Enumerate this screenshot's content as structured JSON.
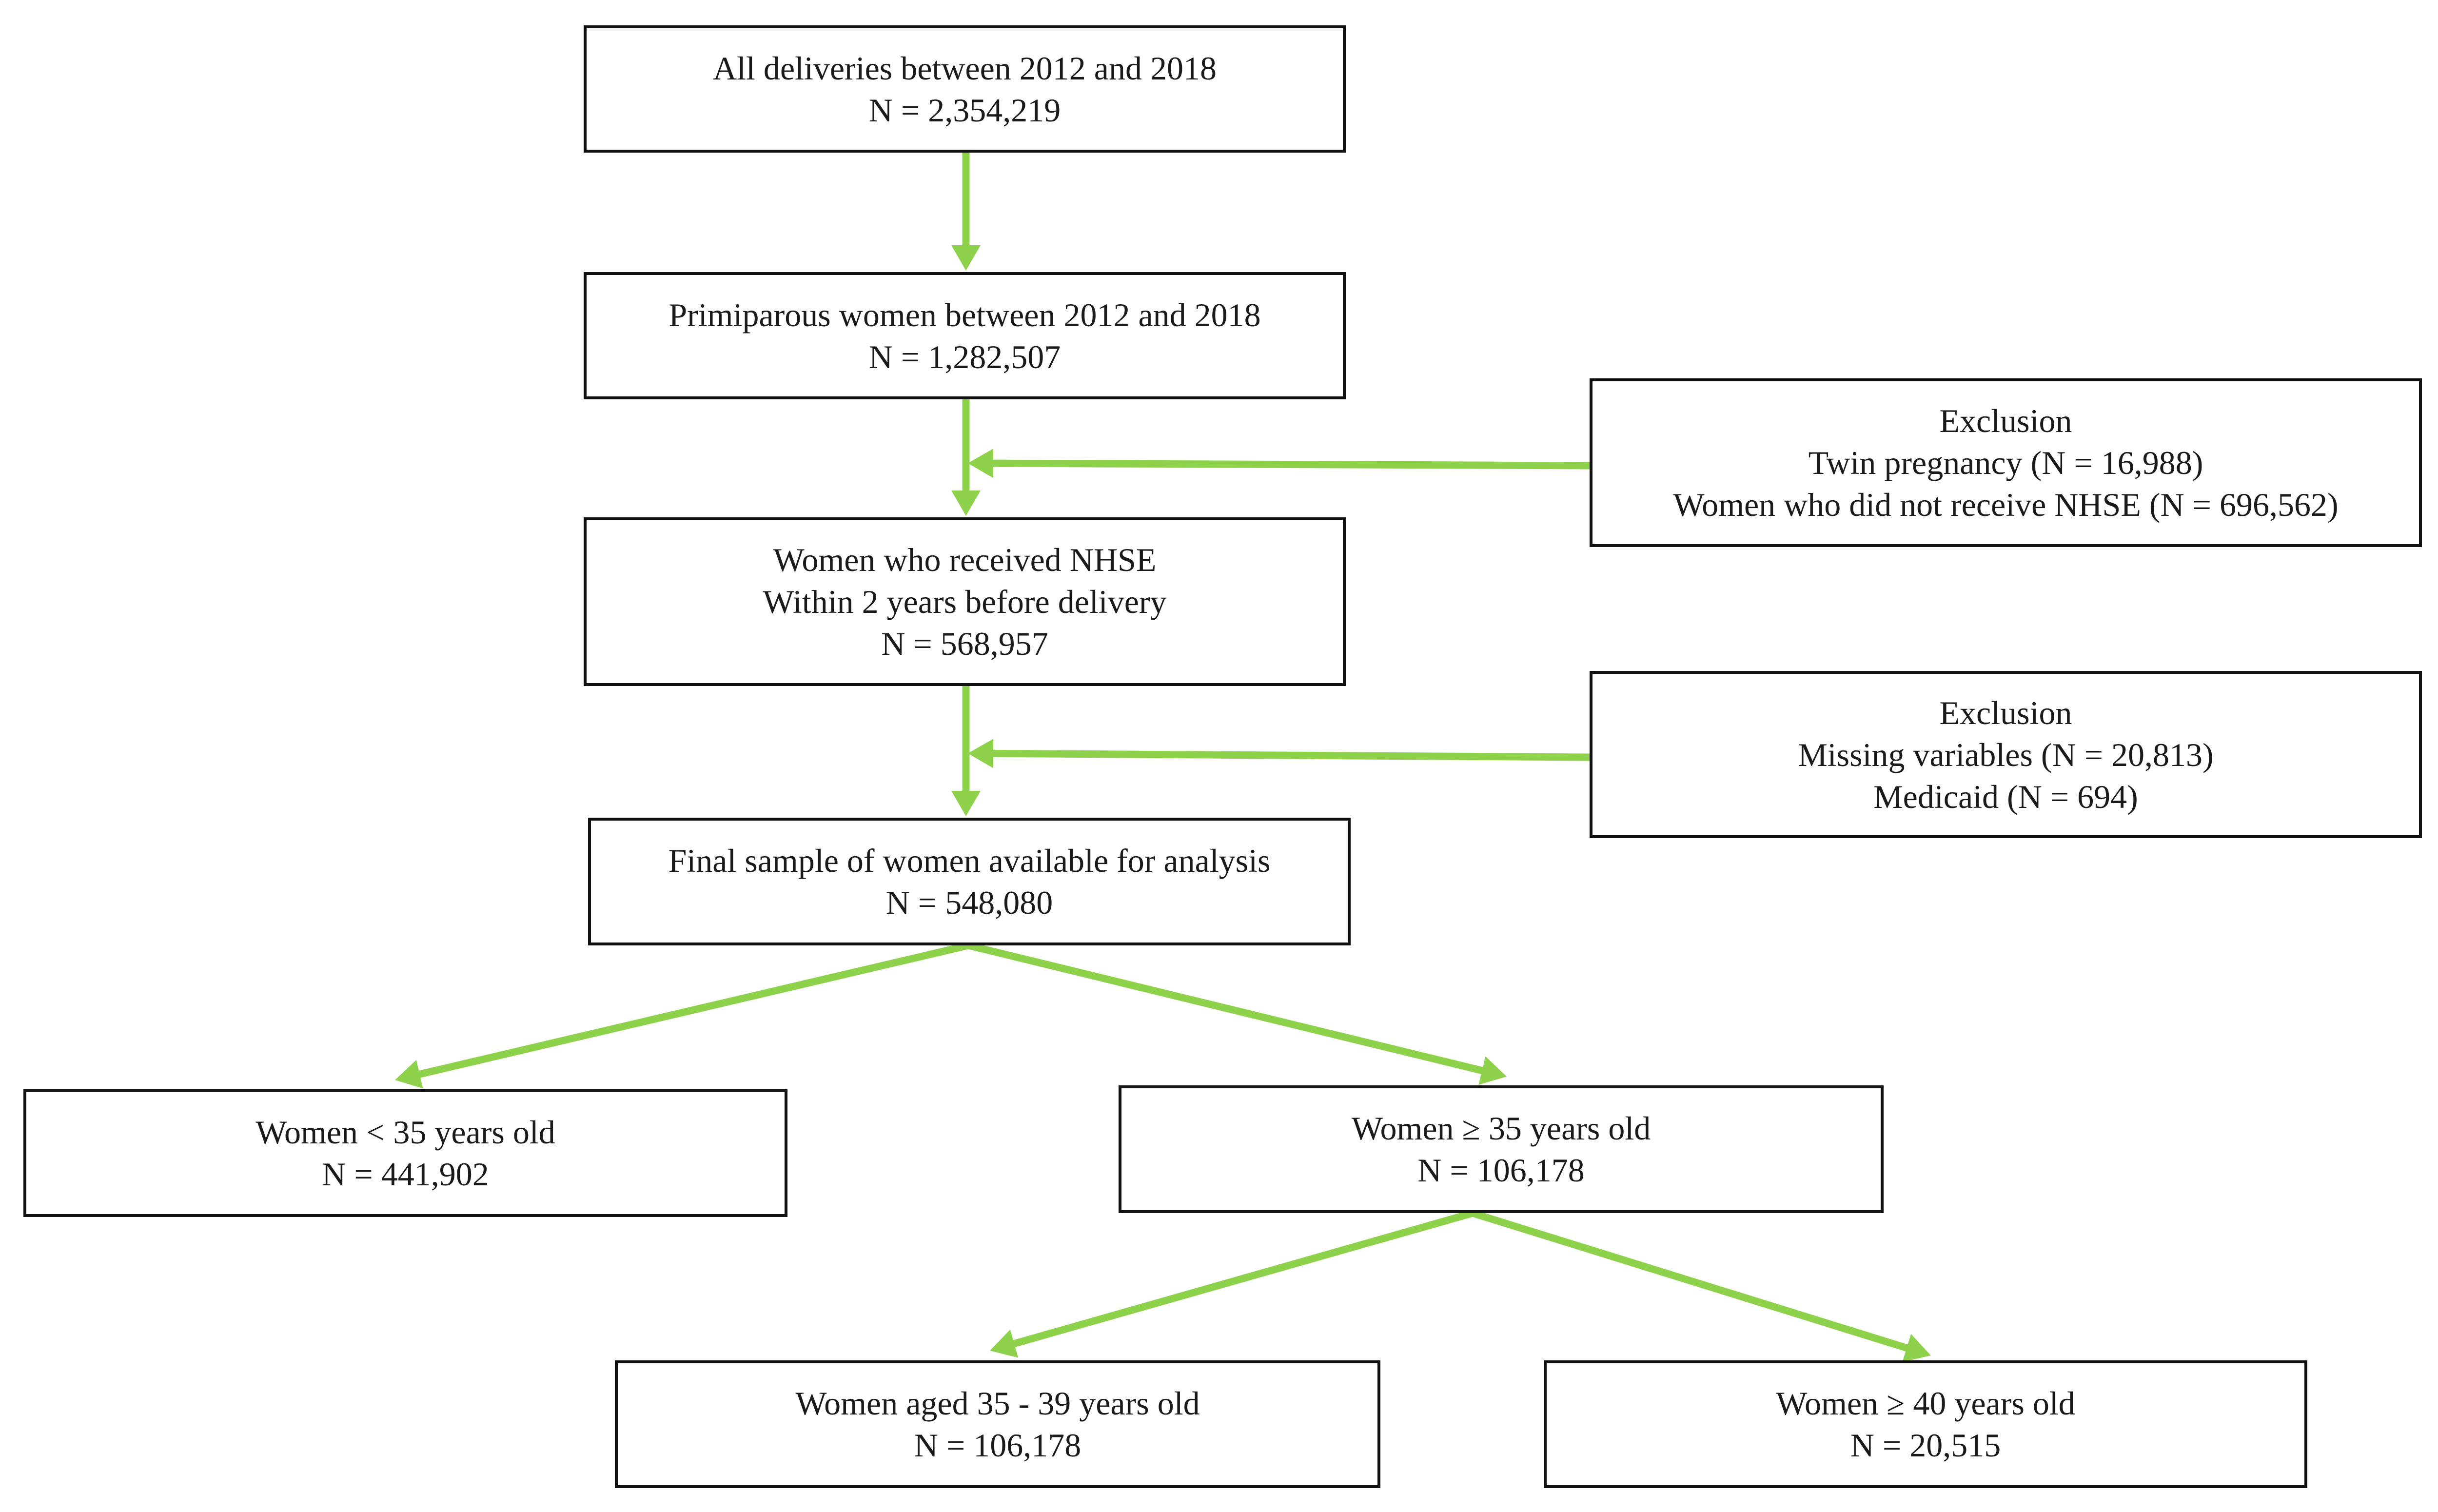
{
  "colors": {
    "arrow": "#8ed14a",
    "border": "#111111",
    "text": "#1a1a1a",
    "background": "#ffffff"
  },
  "flowchart": {
    "all_deliveries": {
      "line1": "All deliveries between 2012 and 2018",
      "line2": "N = 2,354,219"
    },
    "primiparous": {
      "line1": "Primiparous women between 2012 and 2018",
      "line2": "N = 1,282,507"
    },
    "exclusion_1": {
      "heading": "Exclusion",
      "line1": "Twin pregnancy (N = 16,988)",
      "line2": "Women who did not receive NHSE (N = 696,562)"
    },
    "received_nhse": {
      "line1": "Women who received NHSE",
      "line2": "Within 2 years before delivery",
      "line3": "N = 568,957"
    },
    "exclusion_2": {
      "heading": "Exclusion",
      "line1": "Missing variables (N = 20,813)",
      "line2": "Medicaid (N = 694)"
    },
    "final_sample": {
      "line1": "Final sample of women available for analysis",
      "line2": "N = 548,080"
    },
    "under_35": {
      "line1": "Women < 35 years old",
      "line2": "N = 441,902"
    },
    "over_35": {
      "line1": "Women ≥ 35 years old",
      "line2": "N = 106,178"
    },
    "aged_35_39": {
      "line1": "Women aged 35 - 39 years old",
      "line2": "N = 106,178"
    },
    "over_40": {
      "line1": "Women ≥ 40 years old",
      "line2": "N = 20,515"
    }
  }
}
